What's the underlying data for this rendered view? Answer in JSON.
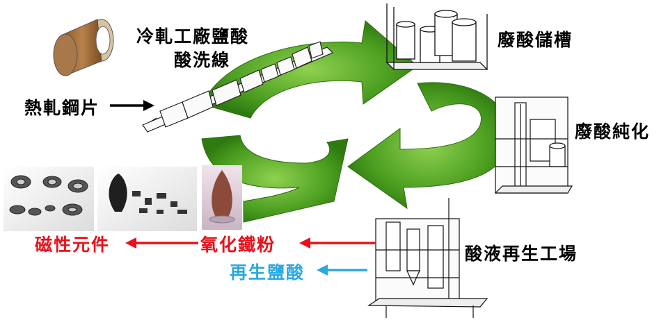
{
  "labels": {
    "hot_rolled": "熱軋鋼片",
    "pickling_line_1": "冷軋工廠鹽酸",
    "pickling_line_2": "酸洗線",
    "waste_tank": "廢酸儲槽",
    "purification": "廢酸純化",
    "regeneration": "酸液再生工場",
    "iron_oxide": "氧化鐵粉",
    "magnetic": "磁性元件",
    "regen_acid": "再生鹽酸"
  },
  "colors": {
    "cycle_green": "#4a9d1f",
    "product_red": "#e8101a",
    "acid_blue": "#2aa9e0"
  }
}
